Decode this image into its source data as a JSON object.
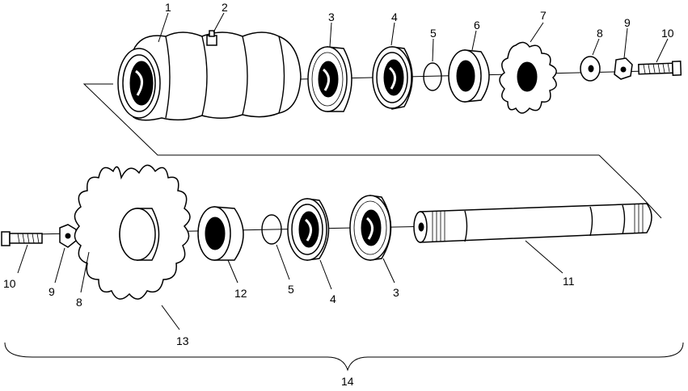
{
  "callouts": {
    "c1": "1",
    "c2": "2",
    "c3_top": "3",
    "c4_top": "4",
    "c5_top": "5",
    "c6": "6",
    "c7": "7",
    "c8_top": "8",
    "c9_top": "9",
    "c10_top": "10",
    "c10_bot": "10",
    "c9_bot": "9",
    "c8_bot": "8",
    "c12": "12",
    "c5_bot": "5",
    "c4_bot": "4",
    "c3_bot": "3",
    "c11": "11",
    "c13": "13",
    "c14": "14"
  }
}
